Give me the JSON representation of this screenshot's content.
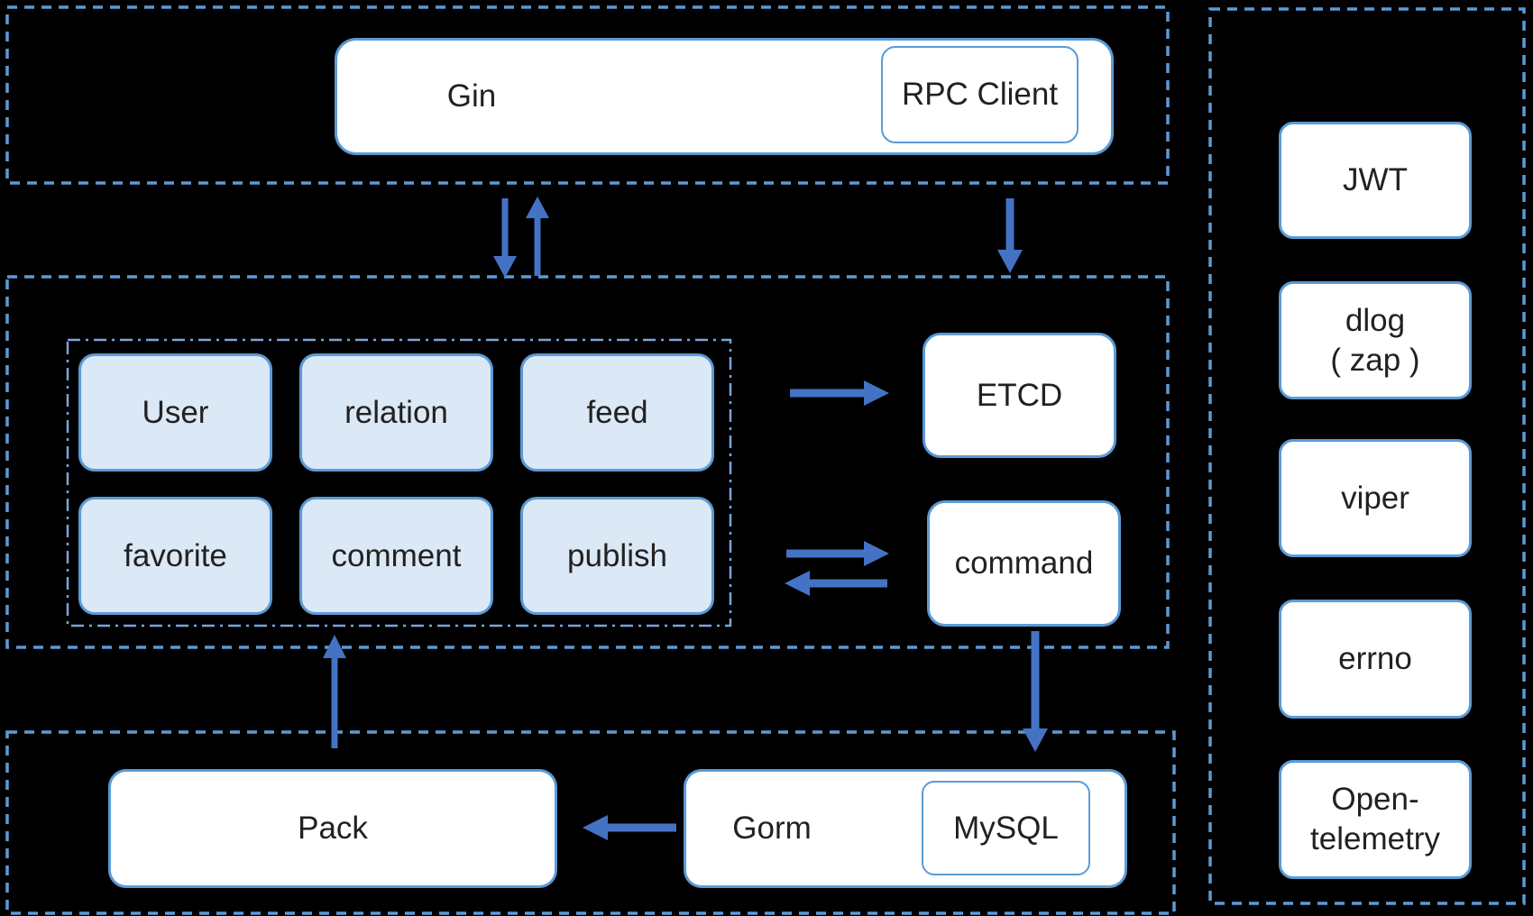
{
  "colors": {
    "background": "#000000",
    "container_border": "#5b9bd5",
    "inner_container_border": "#7ba4d9",
    "box_border": "#5b9bd5",
    "box_fill": "#ffffff",
    "service_fill": "#dbe8f6",
    "arrow": "#4472c4",
    "text": "#212121"
  },
  "gateway_layer": {
    "gin_label": "Gin",
    "rpc_client_label": "RPC Client"
  },
  "service_layer": {
    "services": [
      "User",
      "relation",
      "feed",
      "favorite",
      "comment",
      "publish"
    ],
    "etcd_label": "ETCD",
    "command_label": "command"
  },
  "data_layer": {
    "pack_label": "Pack",
    "gorm_label": "Gorm",
    "mysql_label": "MySQL"
  },
  "sidebar": {
    "items": [
      "JWT",
      "dlog\n( zap )",
      "viper",
      "errno",
      "Open-\ntelemetry"
    ]
  }
}
